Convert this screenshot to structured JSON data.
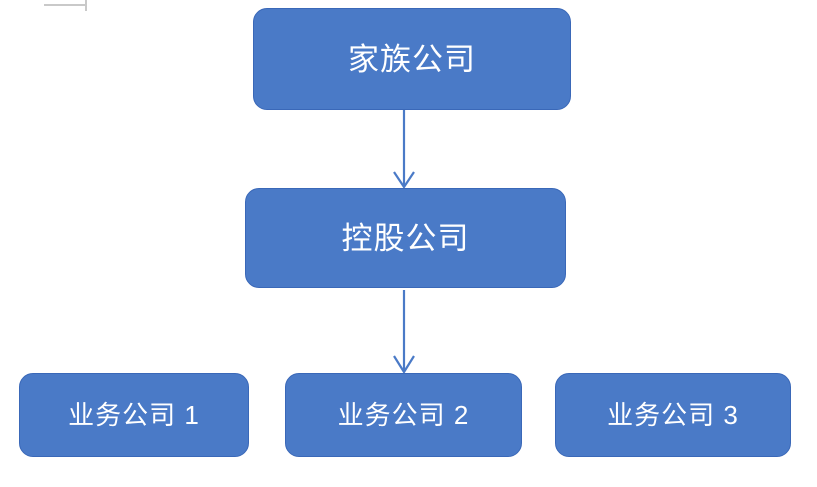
{
  "diagram": {
    "type": "org-chart",
    "title": "",
    "background_color": "#ffffff",
    "node_fill_color": "#4a7ac7",
    "node_border_color": "#3a68b8",
    "node_text_color": "#ffffff",
    "connector_color": "#4a7ac7",
    "artifact_color": "#c9c9c9",
    "levels": [
      {
        "level": 1,
        "nodes": [
          {
            "id": "family-company",
            "label": "家族公司"
          }
        ]
      },
      {
        "level": 2,
        "nodes": [
          {
            "id": "holding-company",
            "label": "控股公司"
          }
        ]
      },
      {
        "level": 3,
        "nodes": [
          {
            "id": "business-company-1",
            "label": "业务公司 1"
          },
          {
            "id": "business-company-2",
            "label": "业务公司 2"
          },
          {
            "id": "business-company-3",
            "label": "业务公司 3"
          }
        ]
      }
    ],
    "connections": [
      {
        "id": "arrow-family-to-holding",
        "from": "家族公司",
        "to": "控股公司"
      },
      {
        "id": "arrow-holding-to-business",
        "from": "控股公司",
        "to": "业务公司 2"
      }
    ]
  }
}
